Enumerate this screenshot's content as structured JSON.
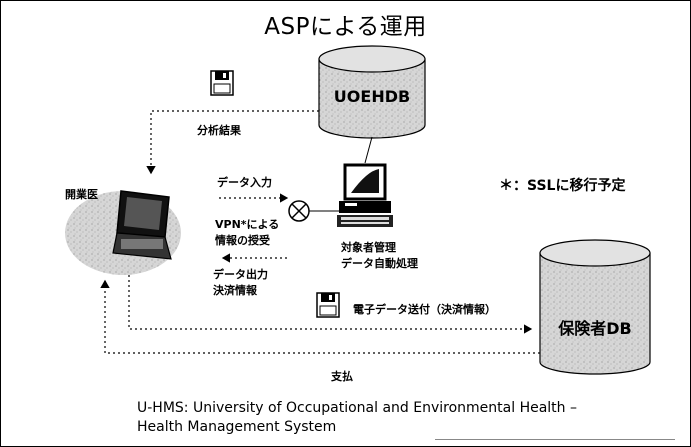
{
  "title": "ASPによる運用",
  "nodes": {
    "uoehdb": "UOEHDB",
    "insurer_db": "保険者DB",
    "clinic": "開業医"
  },
  "labels": {
    "analysis_result": "分析結果",
    "data_input": "データ入力",
    "vpn_exchange_line1": "VPN*による",
    "vpn_exchange_line2": "情報の授受",
    "data_output_line1": "データ出力",
    "data_output_line2": "決済情報",
    "target_mgmt_line1": "対象者管理",
    "target_mgmt_line2": "データ自動処理",
    "electronic_send": "電子データ送付（決済情報）",
    "payment": "支払"
  },
  "note": "＊：SSLに移行予定",
  "footer": {
    "line1": "U-HMS: University of Occupational and Environmental Health –",
    "line2": "Health Management System"
  }
}
